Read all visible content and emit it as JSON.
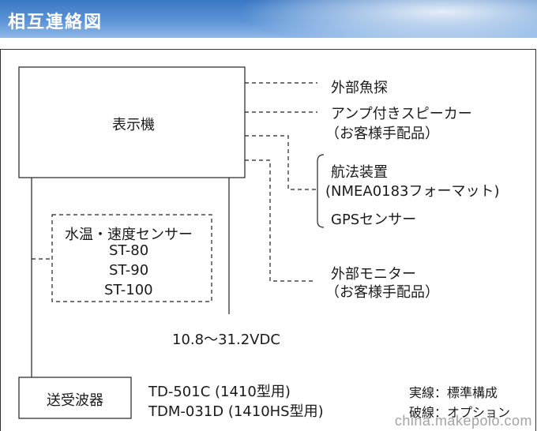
{
  "header": {
    "title": "相互連絡図"
  },
  "boxes": {
    "display_unit": "表示機",
    "transducer": "送受波器"
  },
  "sensor": {
    "title": "水温・速度センサー",
    "models": [
      "ST-80",
      "ST-90",
      "ST-100"
    ]
  },
  "connections": {
    "sounder": "外部魚探",
    "speaker_line1": "アンプ付きスピーカー",
    "speaker_line2": "（お客様手配品）",
    "nav_line1": "航法装置",
    "nav_line2": "(NMEA0183フォーマット)",
    "gps": "GPSセンサー",
    "monitor_line1": "外部モニター",
    "monitor_line2": "（お客様手配品）"
  },
  "power": "10.8～31.2VDC",
  "transducer_models": [
    "TD-501C (1410型用)",
    "TDM-031D (1410HS型用)"
  ],
  "legend": {
    "solid": "実線：標準構成",
    "dashed": "破線：オプション"
  },
  "watermark": "china.makepolo.com"
}
